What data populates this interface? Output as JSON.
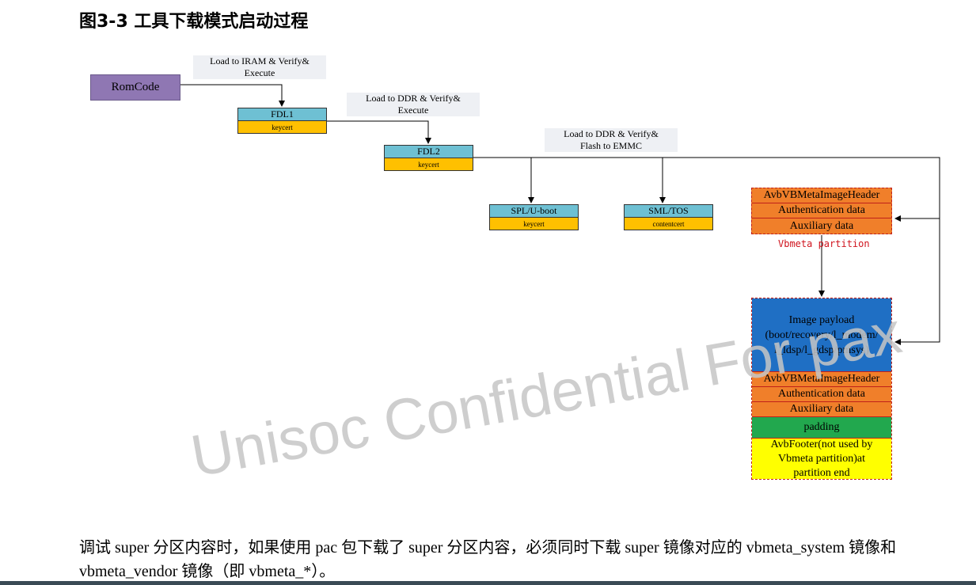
{
  "title": "图3-3  工具下载模式启动过程",
  "notes": {
    "iram": "Load to IRAM & Verify&\nExecute",
    "ddr1": "Load to DDR & Verify&\nExecute",
    "ddr2": "Load to DDR & Verify&\nFlash to EMMC"
  },
  "romcode": "RomCode",
  "fdl1": {
    "name": "FDL1",
    "cert": "keycert"
  },
  "fdl2": {
    "name": "FDL2",
    "cert": "keycert"
  },
  "spl": {
    "name": "SPL/U-boot",
    "cert": "keycert"
  },
  "sml": {
    "name": "SML/TOS",
    "cert": "contentcert"
  },
  "vbmeta": {
    "header": "AvbVBMetaImageHeader",
    "auth": "Authentication data",
    "aux": "Auxiliary data",
    "caption": "Vbmeta partition"
  },
  "image": {
    "payload": "Image payload\n(boot/recovery/l_modem/\nl_ldsp/l_gdsp/pmsys)",
    "header": "AvbVBMetaImageHeader",
    "auth": "Authentication data",
    "aux": "Auxiliary data",
    "padding": "padding",
    "footer": "AvbFooter(not used by\nVbmeta partition)at\npartition end"
  },
  "watermark": "Unisoc Confidential For pax",
  "body_text": "调试 super 分区内容时，如果使用 pac 包下载了 super 分区内容，必须同时下载 super 镜像对应的 vbmeta_system 镜像和 vbmeta_vendor 镜像（即 vbmeta_*）。",
  "colors": {
    "romcode": "#8f77b3",
    "block_head": "#6ec0d3",
    "cert": "#ffc000",
    "avb_rows": "#f07f2a",
    "payload": "#1f6fc4",
    "padding": "#22a84e",
    "footer": "#ffff00",
    "caption": "#d0141e"
  }
}
